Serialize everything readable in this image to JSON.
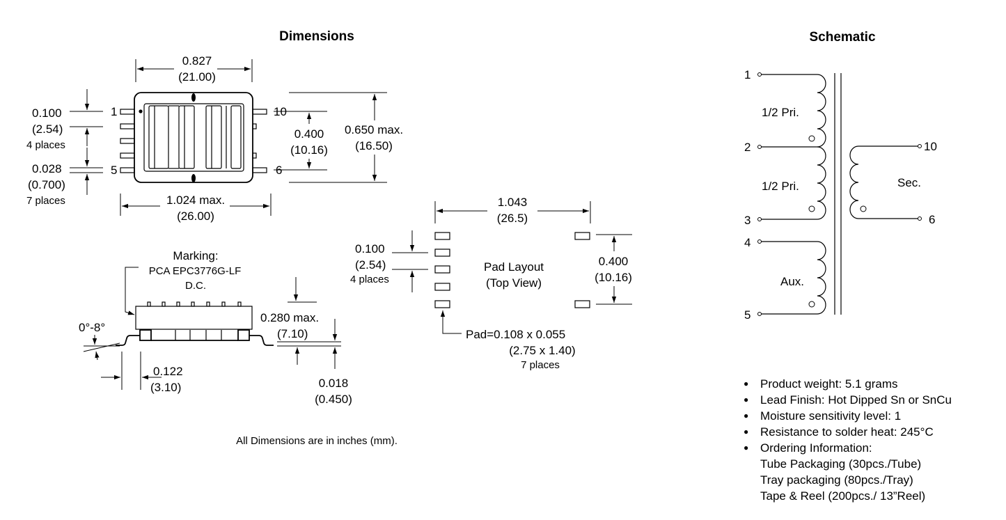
{
  "dimensions": {
    "title": "Dimensions",
    "top_width": "0.827",
    "top_width_mm": "(21.00)",
    "pitch": "0.100",
    "pitch_mm": "(2.54)",
    "pitch_note": "4 places",
    "lead_w": "0.028",
    "lead_w_mm": "(0.700)",
    "lead_w_note": "7 places",
    "overall": "1.024 max.",
    "overall_mm": "(26.00)",
    "row": "0.400",
    "row_mm": "(10.16)",
    "height": "0.650 max.",
    "height_mm": "(16.50)",
    "pins": {
      "p1": "1",
      "p5": "5",
      "p10": "10",
      "p6": "6"
    },
    "marking_label": "Marking:",
    "marking_text": "PCA EPC3776G-LF",
    "marking_dc": "D.C.",
    "angle": "0°-8°",
    "foot": "0.122",
    "foot_mm": "(3.10)",
    "body_h": "0.280 max.",
    "body_h_mm": "(7.10)",
    "lead_t": "0.018",
    "lead_t_mm": "(0.450)",
    "pad_span": "1.043",
    "pad_span_mm": "(26.5)",
    "pad_pitch": "0.100",
    "pad_pitch_mm": "(2.54)",
    "pad_pitch_note": "4 places",
    "pad_layout": "Pad Layout",
    "pad_view": "(Top View)",
    "pad_row": "0.400",
    "pad_row_mm": "(10.16)",
    "pad_size": "Pad=0.108 x 0.055",
    "pad_size_mm": "(2.75 x 1.40)",
    "pad_note": "7 places",
    "units_note": "All Dimensions are in inches (mm)."
  },
  "schematic": {
    "title": "Schematic",
    "pins": {
      "p1": "1",
      "p2": "2",
      "p3": "3",
      "p4": "4",
      "p5": "5",
      "p10": "10",
      "p6": "6"
    },
    "winding_pri1": "1/2 Pri.",
    "winding_pri2": "1/2 Pri.",
    "winding_sec": "Sec.",
    "winding_aux": "Aux."
  },
  "notes": [
    "Product weight: 5.1 grams",
    "Lead Finish: Hot Dipped Sn or SnCu",
    "Moisture sensitivity level: 1",
    "Resistance to solder heat: 245°C",
    "Ordering Information:"
  ],
  "ordering": [
    "Tube Packaging (30pcs./Tube)",
    "Tray packaging (80pcs./Tray)",
    "Tape & Reel (200pcs./ 13”Reel)"
  ]
}
